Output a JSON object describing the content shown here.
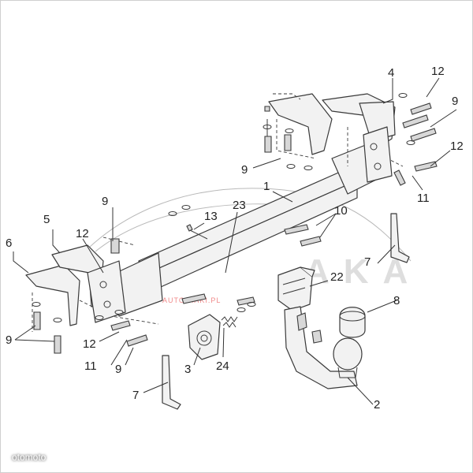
{
  "diagram": {
    "callouts": [
      {
        "id": "c1",
        "label": "1"
      },
      {
        "id": "c2",
        "label": "2"
      },
      {
        "id": "c3",
        "label": "3"
      },
      {
        "id": "c4",
        "label": "4"
      },
      {
        "id": "c5",
        "label": "5"
      },
      {
        "id": "c6",
        "label": "6"
      },
      {
        "id": "c7a",
        "label": "7"
      },
      {
        "id": "c7b",
        "label": "7"
      },
      {
        "id": "c8",
        "label": "8"
      },
      {
        "id": "c9a",
        "label": "9"
      },
      {
        "id": "c9b",
        "label": "9"
      },
      {
        "id": "c9c",
        "label": "9"
      },
      {
        "id": "c9d",
        "label": "9"
      },
      {
        "id": "c9e",
        "label": "9"
      },
      {
        "id": "c10",
        "label": "10"
      },
      {
        "id": "c11a",
        "label": "11"
      },
      {
        "id": "c11b",
        "label": "11"
      },
      {
        "id": "c12a",
        "label": "12"
      },
      {
        "id": "c12b",
        "label": "12"
      },
      {
        "id": "c12c",
        "label": "12"
      },
      {
        "id": "c12d",
        "label": "12"
      },
      {
        "id": "c13",
        "label": "13"
      },
      {
        "id": "c22",
        "label": "22"
      },
      {
        "id": "c23",
        "label": "23"
      },
      {
        "id": "c24",
        "label": "24"
      }
    ],
    "watermark": {
      "brand": "AKA",
      "tagline": "AUTO-HAKI.PL"
    }
  },
  "footer": {
    "text": "otomoto"
  }
}
